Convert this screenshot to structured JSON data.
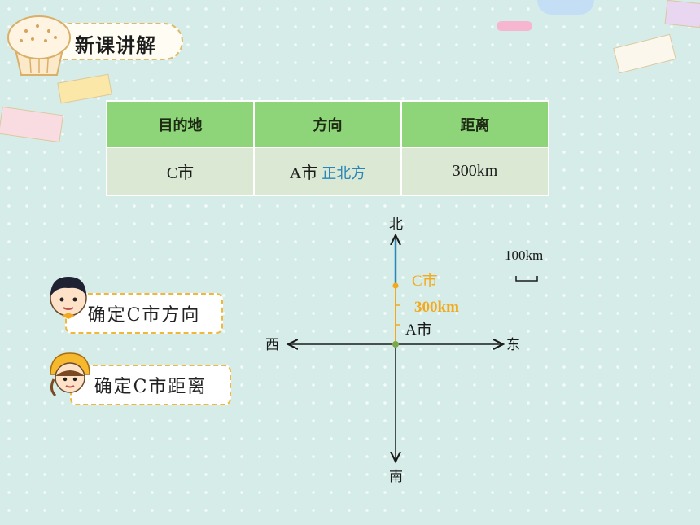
{
  "header": {
    "title": "新课讲解"
  },
  "table": {
    "headers": [
      "目的地",
      "方向",
      "距离"
    ],
    "row": {
      "destination": "C市",
      "direction_prefix": "A市",
      "direction_value": "正北方",
      "distance": "300km"
    }
  },
  "callouts": {
    "direction": "确定C市方向",
    "distance": "确定C市距离"
  },
  "diagram": {
    "north": "北",
    "south": "南",
    "east": "东",
    "west": "西",
    "origin_label": "A市",
    "target_label": "C市",
    "distance_label": "300km",
    "scale_label": "100km"
  },
  "colors": {
    "table_header": "#8ed478",
    "table_row": "#dbe8d4",
    "accent_blue": "#2a86b8",
    "accent_orange": "#f2a91c",
    "callout_border": "#f1b73a"
  }
}
